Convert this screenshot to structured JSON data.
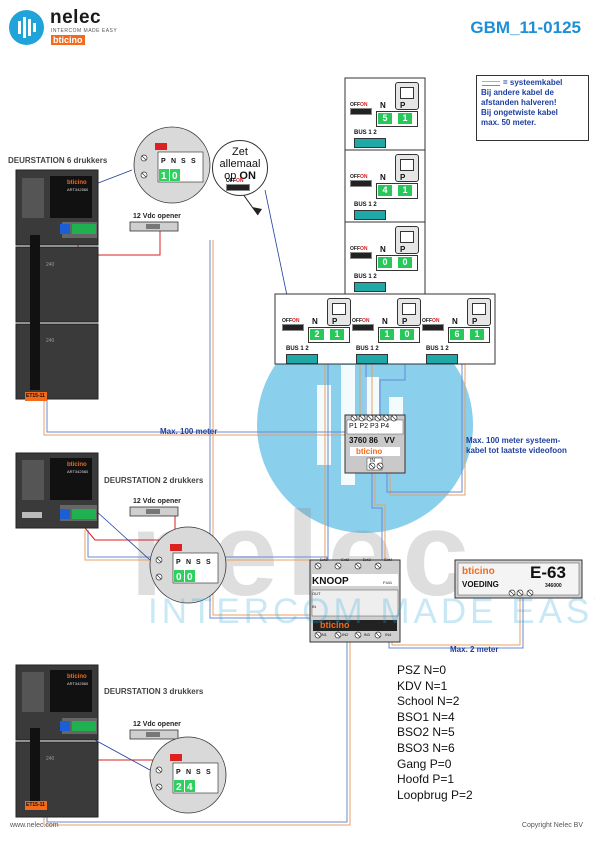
{
  "header": {
    "logo_name": "nelec",
    "logo_tagline": "INTERCOM MADE EASY",
    "logo_brand": "bticino",
    "doc_id": "GBM_11-0125"
  },
  "legend": {
    "lines": [
      "= systeemkabel",
      "Bij andere kabel de",
      "afstanden halveren!",
      "Bij ongetwiste kabel",
      "max. 50 meter."
    ]
  },
  "callout": {
    "line1": "Zet",
    "line2": "allemaal",
    "line3_prefix": "op",
    "line3_on": "ON",
    "switch_off": "OFF",
    "switch_on": "ON"
  },
  "door_stations": [
    {
      "label": "DEURSTATION 6 drukkers",
      "dip": [
        "1",
        "0"
      ],
      "module_tag": "ET15-11"
    },
    {
      "label": "DEURSTATION 2 drukkers",
      "dip": [
        "0",
        "0"
      ]
    },
    {
      "label": "DEURSTATION 3 drukkers",
      "dip": [
        "2",
        "4"
      ],
      "module_tag": "ET15-11"
    }
  ],
  "door_hw": {
    "brand": "bticino",
    "model": "ART342560",
    "module_code": "240",
    "dip_headers": [
      "P",
      "N",
      "S",
      "S"
    ]
  },
  "opener_label": "12 Vdc opener",
  "distances": {
    "max_100": "Max. 100 meter",
    "max_100_sys_line1": "Max. 100 meter systeem-",
    "max_100_sys_line2": "kabel tot laatste videofoon",
    "max_2": "Max. 2 meter"
  },
  "videophones": [
    {
      "N": "5",
      "P": "1"
    },
    {
      "N": "4",
      "P": "1"
    },
    {
      "N": "0",
      "P": "0"
    },
    {
      "N": "2",
      "P": "1"
    },
    {
      "N": "1",
      "P": "0"
    },
    {
      "N": "6",
      "P": "1"
    }
  ],
  "vp_hw": {
    "switch_off": "OFF",
    "switch_on": "ON",
    "col_n": "N",
    "col_p": "P",
    "bus": "BUS",
    "t1": "1",
    "t2": "2"
  },
  "distributor": {
    "ports": [
      "P1",
      "P2",
      "P3",
      "P4"
    ],
    "model": "3760 86",
    "vv": "VV",
    "brand": "bticino",
    "in_label": "IN",
    "in_terms": [
      "1",
      "2"
    ]
  },
  "knoop": {
    "label": "KNOOP",
    "model": "F441",
    "brand": "bticino",
    "top_ports": [
      "Ext1",
      "Ext2",
      "Ext3",
      "Ext4"
    ],
    "side_out": "OUT",
    "side_in": "IN",
    "bottom_ports": [
      "IN1",
      "IN2",
      "IN3",
      "IN4"
    ]
  },
  "psu": {
    "brand": "bticino",
    "model": "E-63",
    "label": "VOEDING",
    "code": "346000"
  },
  "codes": [
    "PSZ N=0",
    "KDV N=1",
    "School N=2",
    "BSO1 N=4",
    "BSO2 N=5",
    "BSO3 N=6",
    "Gang P=0",
    "Hoofd P=1",
    "Loopbrug P=2"
  ],
  "watermark": {
    "big": "nelec",
    "tagline": "INTERCOM MADE EASY"
  },
  "footer": {
    "left": "www.nelec.com",
    "right": "Copyright Nelec BV"
  },
  "colors": {
    "blue": "#1f3fa0",
    "brand_blue": "#1c8fd6",
    "orange": "#f26a1b",
    "bus_teal": "#1fa8a8",
    "cable_orange": "#e8a060",
    "cable_blue": "#6a8ad6"
  }
}
